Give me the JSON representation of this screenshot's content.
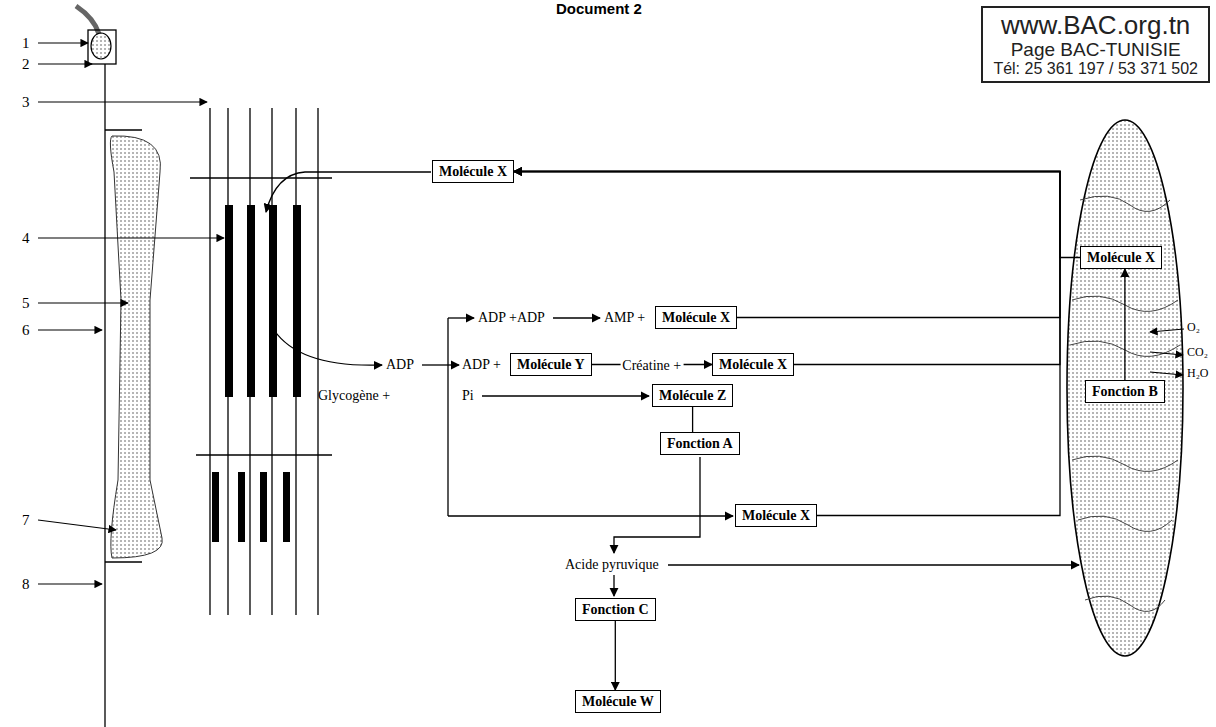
{
  "diagram": {
    "title": "Document 2",
    "nodes": [
      {
        "text": [
          "www.BAC.org.tn",
          "Page BAC-TUNISIE",
          "Tél: 25 361 197 / 53 371 502"
        ]
      },
      {
        "text": [
          "Molécule X"
        ]
      },
      {
        "text": [
          "Molécule X"
        ]
      },
      {
        "text": [
          "Molécule X"
        ]
      },
      {
        "text": [
          "Molécule Y"
        ]
      },
      {
        "text": [
          "Molécule X"
        ]
      },
      {
        "text": [
          "Molécule Z"
        ]
      },
      {
        "text": [
          "Fonction A"
        ]
      },
      {
        "text": [
          "Fonction B"
        ]
      },
      {
        "text": [
          "Molécule X"
        ]
      },
      {
        "text": [
          "Fonction C"
        ]
      },
      {
        "text": [
          "Molécule W"
        ]
      }
    ],
    "edges": [
      {
        "from": 2,
        "to": 1,
        "arrow": "to"
      },
      {
        "from": 3,
        "to": 1,
        "arrow": "to"
      },
      {
        "from": 5,
        "to": 1,
        "arrow": "to"
      },
      {
        "from": 9,
        "to": 1,
        "arrow": "to"
      },
      {
        "from": 4,
        "to": 5,
        "label": "Créatine +",
        "arrow": "to"
      },
      {
        "from": 6,
        "to": 7,
        "arrow": "none"
      },
      {
        "from": 10,
        "to": 11,
        "arrow": "to"
      },
      {
        "from": 8,
        "to": 2,
        "arrow": "to"
      }
    ],
    "labels": [
      "1",
      "2",
      "3",
      "4",
      "5",
      "6",
      "7",
      "8",
      "ADP +ADP",
      "AMP +",
      "ADP",
      "ADP +",
      "Glycogène +",
      "Pi",
      "Acide pyruvique",
      "O₂",
      "CO₂",
      "H₂O"
    ]
  }
}
